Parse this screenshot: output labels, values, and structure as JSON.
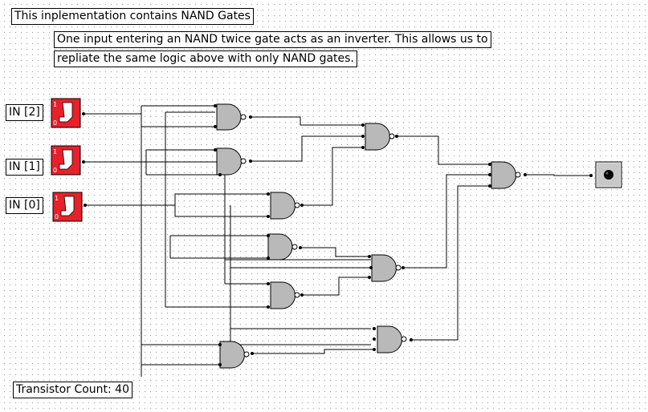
{
  "title_note": "This inplementation contains NAND Gates",
  "description": {
    "line1": "One input entering an NAND twice gate acts as an inverter. This allows us to",
    "line2": "repliate the same logic above with only NAND gates."
  },
  "inputs": [
    {
      "label": "IN [2]",
      "switch_high": "1",
      "switch_low": "0"
    },
    {
      "label": "IN [1]",
      "switch_high": "1",
      "switch_low": "0"
    },
    {
      "label": "IN [0]",
      "switch_high": "1",
      "switch_low": "0"
    }
  ],
  "footer": {
    "transistor_count": "Transistor Count: 40"
  },
  "colors": {
    "switch": "#e8202a",
    "gate": "#b9b9b9",
    "canvas": "#ffffff",
    "grid": "#9a9a9a"
  }
}
